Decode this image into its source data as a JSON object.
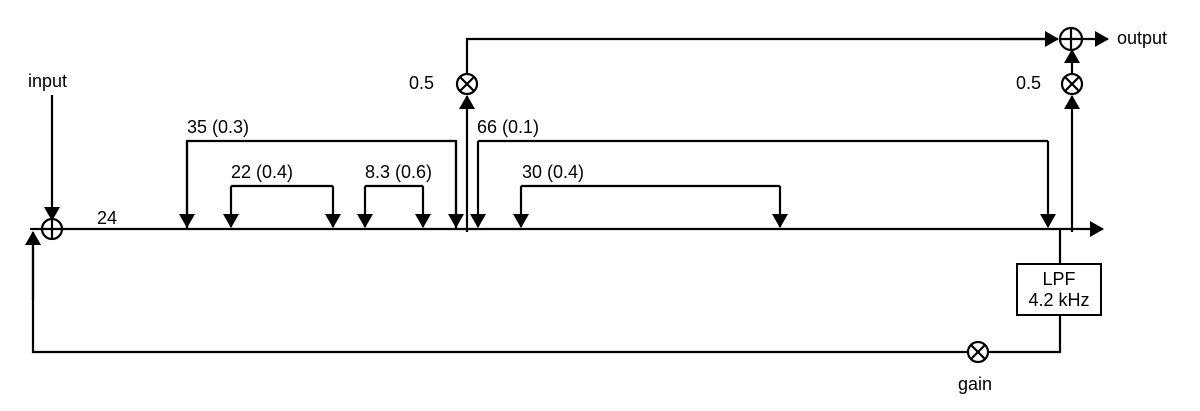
{
  "diagram": {
    "type": "signal-flow block diagram (comb/allpass reverb with feedback loop)",
    "colors": {
      "stroke": "#000000",
      "background": "#ffffff"
    },
    "labels": {
      "input": "input",
      "output": "output",
      "main_delay": "24",
      "gain": "gain",
      "tap_gain_left": "0.5",
      "tap_gain_right": "0.5"
    },
    "taps": [
      {
        "label": "35 (0.3)",
        "delay": "35",
        "coef": "0.3"
      },
      {
        "label": "22 (0.4)",
        "delay": "22",
        "coef": "0.4"
      },
      {
        "label": "8.3 (0.6)",
        "delay": "8.3",
        "coef": "0.6"
      },
      {
        "label": "66 (0.1)",
        "delay": "66",
        "coef": "0.1"
      },
      {
        "label": "30 (0.4)",
        "delay": "30",
        "coef": "0.4"
      }
    ],
    "filter": {
      "line1": "LPF",
      "line2": "4.2 kHz"
    },
    "nodes": [
      {
        "id": "sum-input",
        "kind": "adder"
      },
      {
        "id": "mult-left-0.5",
        "kind": "multiplier"
      },
      {
        "id": "mult-right-0.5",
        "kind": "multiplier"
      },
      {
        "id": "sum-output",
        "kind": "adder"
      },
      {
        "id": "mult-gain",
        "kind": "multiplier"
      }
    ]
  }
}
